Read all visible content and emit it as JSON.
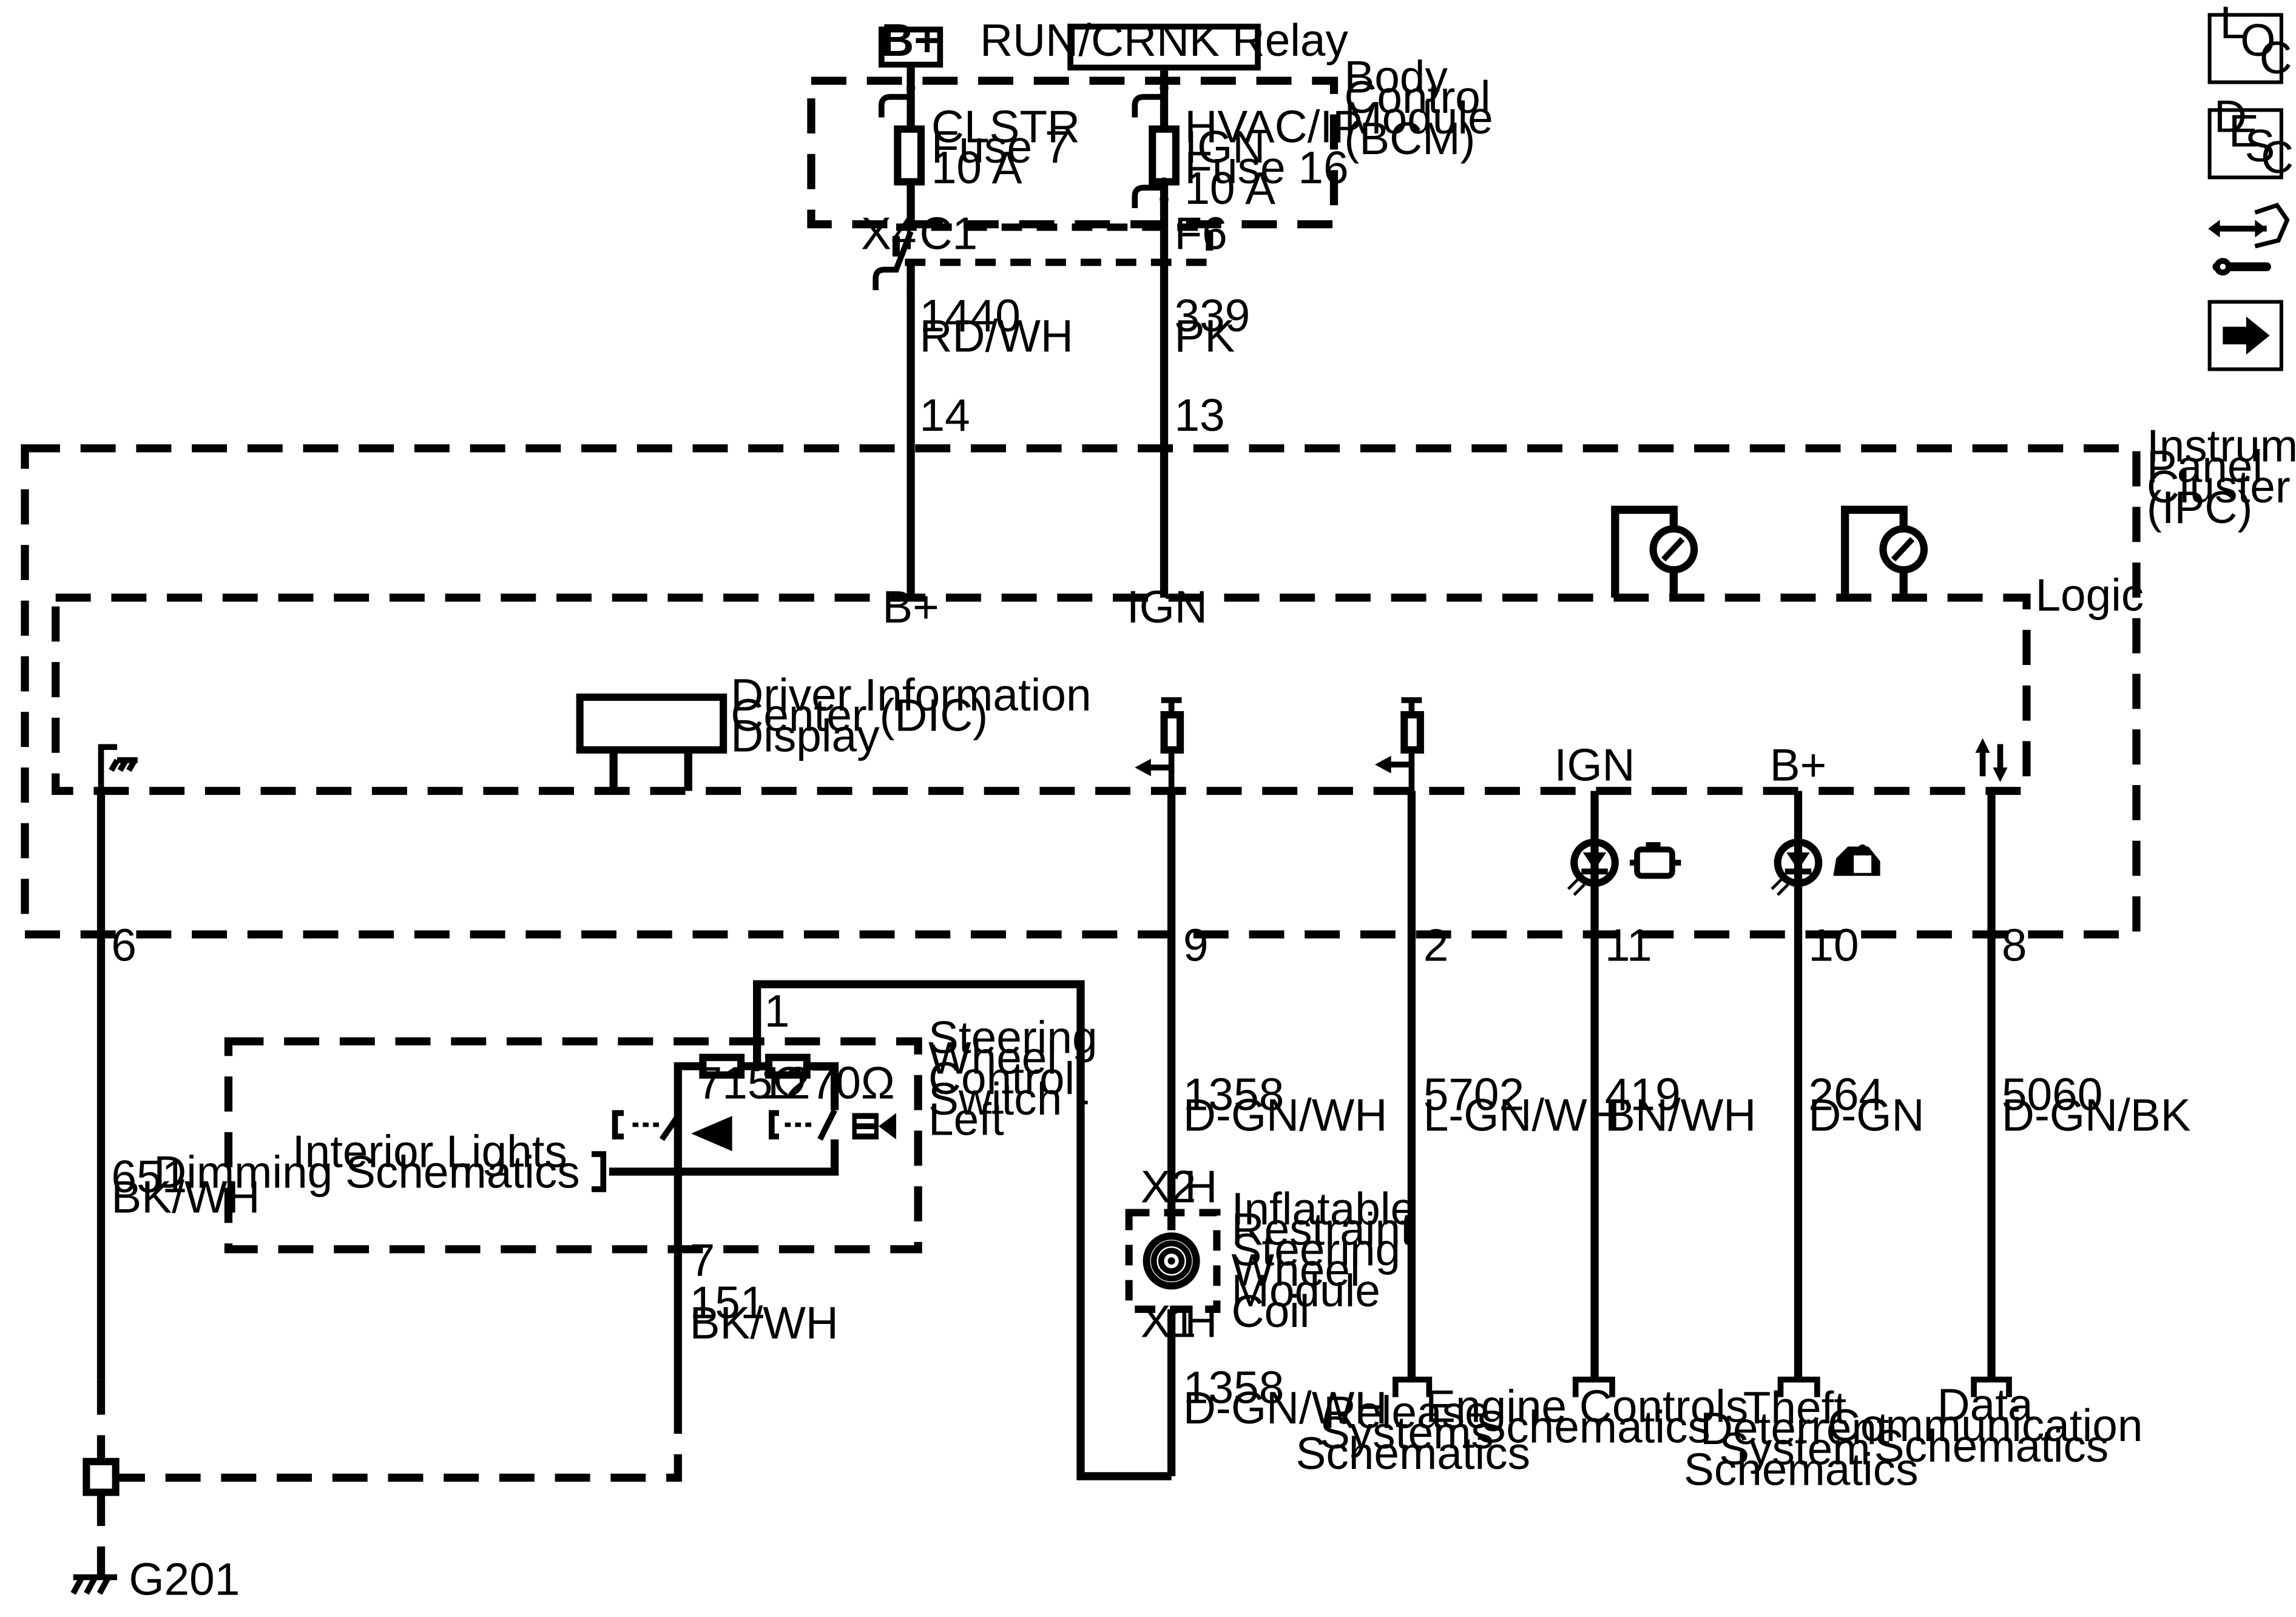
{
  "power_sources": {
    "bplus": "B+",
    "run_crnk": "RUN/CRNK Relay"
  },
  "bcm": {
    "label": [
      "Body",
      "Control",
      "Module",
      "(BCM)"
    ],
    "fuse_clstr": [
      "CLSTR",
      "Fuse 7",
      "10 A"
    ],
    "fuse_hvac": [
      "HVAC/IP",
      "IGN",
      "Fuse 16",
      "10 A"
    ],
    "conn_x4": "X4",
    "pin_c1": "C1",
    "pin_f6": "F6"
  },
  "wires": {
    "w1440": [
      "1440",
      "RD/WH"
    ],
    "w339": [
      "339",
      "PK"
    ],
    "w651": [
      "651",
      "BK/WH"
    ],
    "w151": [
      "151",
      "BK/WH"
    ],
    "w1358_top": [
      "1358",
      "D-GN/WH"
    ],
    "w1358_bot": [
      "1358",
      "D-GN/WH"
    ],
    "w5702": [
      "5702",
      "L-GN/WH"
    ],
    "w419": [
      "419",
      "BN/WH"
    ],
    "w264": [
      "264",
      "D-GN"
    ],
    "w5060": [
      "5060",
      "D-GN/BK"
    ]
  },
  "ipc": {
    "label": [
      "Instrument",
      "Panel",
      "Cluster",
      "(IPC)"
    ],
    "logic": "Logic",
    "term_bplus": "B+",
    "term_ign": "IGN",
    "dic": [
      "Driver Information",
      "Center (DIC)",
      "Display"
    ],
    "lamp_ign": "IGN",
    "lamp_bplus": "B+",
    "pins": {
      "p14": "14",
      "p13": "13",
      "p6": "6",
      "p9": "9",
      "p2": "2",
      "p11": "11",
      "p10": "10",
      "p8": "8"
    }
  },
  "swc": {
    "label": [
      "Steering",
      "Wheel",
      "Control",
      "Switch -",
      "Left"
    ],
    "res1": "715Ω",
    "res2": "1270Ω",
    "pin1": "1",
    "pin7": "7",
    "dimming": [
      "Interior Lights",
      "Dimming Schematics"
    ]
  },
  "coil": {
    "label": [
      "Inflatable",
      "Restraint",
      "Steering",
      "Wheel",
      "Module",
      "Coil"
    ],
    "x2": "X2",
    "h_top": "H",
    "x1": "X1",
    "h_bot": "H"
  },
  "ground": {
    "label": "G201"
  },
  "refs": {
    "release": [
      "Release",
      "Systems",
      "Schematics"
    ],
    "engine": [
      "Engine Controls",
      "Schematics"
    ],
    "theft": [
      "Theft",
      "Deterrent",
      "System",
      "Schematics"
    ],
    "data": [
      "Data",
      "Communication",
      "Schematics"
    ]
  },
  "nav": {
    "loc": [
      "L",
      "O",
      "C"
    ],
    "desc": [
      "D",
      "E",
      "S",
      "C"
    ],
    "icons": [
      "connector-tool-icon",
      "next-arrow-icon"
    ]
  }
}
